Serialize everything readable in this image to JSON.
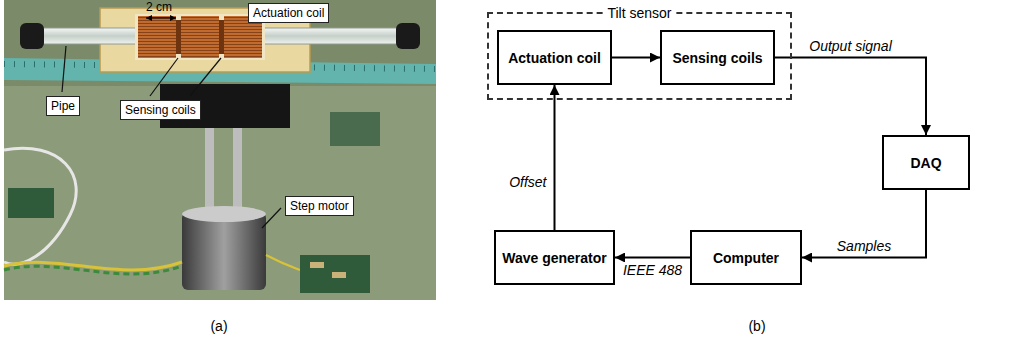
{
  "diagram": {
    "nodes": [
      {
        "text": [
          "Tilt sensor"
        ]
      },
      {
        "text": [
          "Actuation coil"
        ],
        "in": 0
      },
      {
        "text": [
          "Sensing coils"
        ],
        "in": 0
      },
      {
        "text": [
          "DAQ"
        ]
      },
      {
        "text": [
          "Wave generator"
        ]
      },
      {
        "text": [
          "Computer"
        ]
      }
    ],
    "edges": [
      {
        "from": 1,
        "to": 2,
        "arrow": "to"
      },
      {
        "from": 2,
        "to": 3,
        "label": "Output signal",
        "arrow": "to"
      },
      {
        "from": 3,
        "to": 5,
        "label": "Samples",
        "arrow": "to"
      },
      {
        "from": 5,
        "to": 4,
        "label": "IEEE 488",
        "arrow": "to"
      },
      {
        "from": 4,
        "to": 1,
        "label": "Offset",
        "arrow": "to"
      }
    ],
    "labels": [
      "2 cm",
      "Actuation coil",
      "Pipe",
      "Sensing coils",
      "Step motor",
      "(a)",
      "(b)"
    ]
  }
}
